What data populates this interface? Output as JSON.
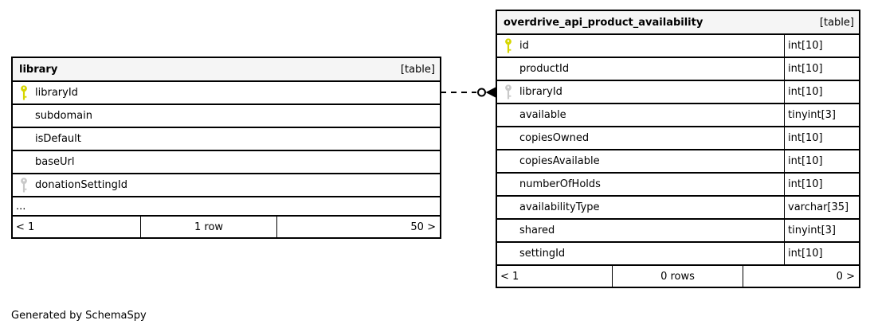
{
  "page": {
    "footer_note": "Generated by SchemaSpy"
  },
  "colors": {
    "border": "#000000",
    "header_bg": "#f5f5f5",
    "row_bg": "#ffffff",
    "primary_key_icon": "#d6d600",
    "foreign_key_icon": "#c9c9c9"
  },
  "icons": {
    "primary-key-icon": "yellow key shape",
    "foreign-key-icon": "gray key shape"
  },
  "tables": [
    {
      "name": "library",
      "kind_label": "[table]",
      "columns": [
        {
          "name": "libraryId",
          "key": "primary",
          "type": ""
        },
        {
          "name": "subdomain",
          "key": "none",
          "type": ""
        },
        {
          "name": "isDefault",
          "key": "none",
          "type": ""
        },
        {
          "name": "baseUrl",
          "key": "none",
          "type": ""
        },
        {
          "name": "donationSettingId",
          "key": "foreign",
          "type": ""
        }
      ],
      "ellipsis": "...",
      "paginator": {
        "prev": "< 1",
        "info": "1 row",
        "next": "50 >"
      }
    },
    {
      "name": "overdrive_api_product_availability",
      "kind_label": "[table]",
      "columns": [
        {
          "name": "id",
          "key": "primary",
          "type": "int[10]"
        },
        {
          "name": "productId",
          "key": "none",
          "type": "int[10]"
        },
        {
          "name": "libraryId",
          "key": "foreign",
          "type": "int[10]"
        },
        {
          "name": "available",
          "key": "none",
          "type": "tinyint[3]"
        },
        {
          "name": "copiesOwned",
          "key": "none",
          "type": "int[10]"
        },
        {
          "name": "copiesAvailable",
          "key": "none",
          "type": "int[10]"
        },
        {
          "name": "numberOfHolds",
          "key": "none",
          "type": "int[10]"
        },
        {
          "name": "availabilityType",
          "key": "none",
          "type": "varchar[35]"
        },
        {
          "name": "shared",
          "key": "none",
          "type": "tinyint[3]"
        },
        {
          "name": "settingId",
          "key": "none",
          "type": "int[10]"
        }
      ],
      "paginator": {
        "prev": "< 1",
        "info": "0 rows",
        "next": "0 >"
      }
    }
  ],
  "relationship": {
    "from_table": "library",
    "from_column": "libraryId",
    "to_table": "overdrive_api_product_availability",
    "to_column": "libraryId",
    "line_style": "dashed",
    "end_symbols": "open circle and filled crow-foot arrow at child table"
  }
}
